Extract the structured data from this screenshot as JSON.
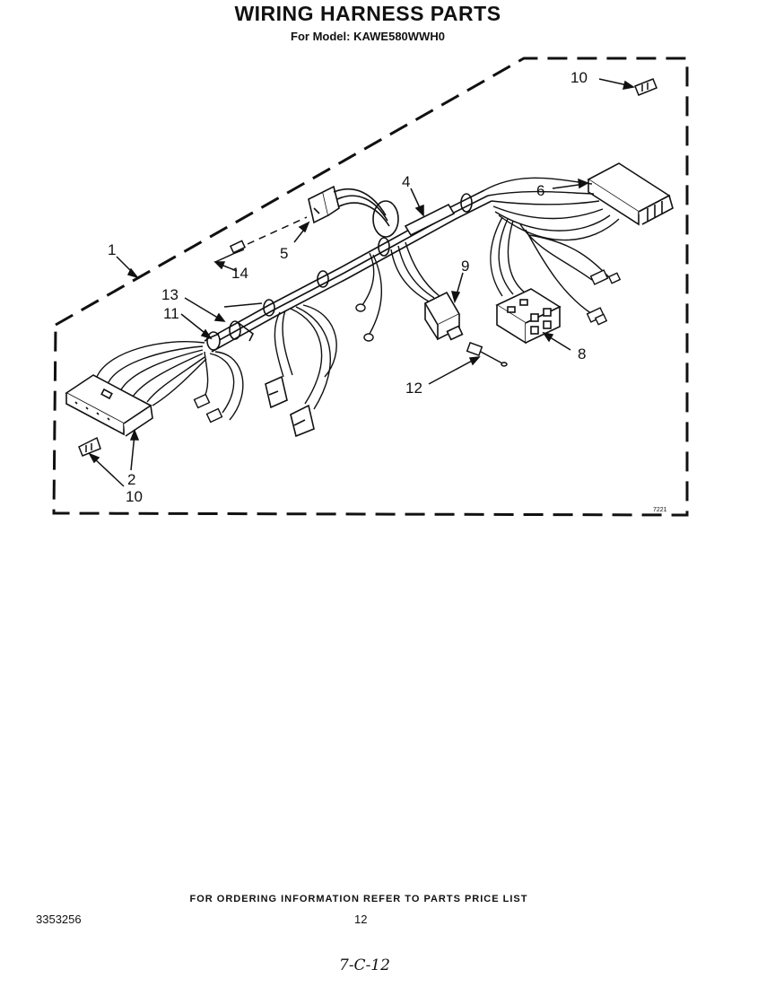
{
  "header": {
    "title": "WIRING HARNESS PARTS",
    "subtitle": "For Model: KAWE580WWH0"
  },
  "diagram": {
    "callouts": {
      "c1": "1",
      "c2": "2",
      "c4": "4",
      "c5": "5",
      "c6": "6",
      "c8": "8",
      "c9": "9",
      "c10_top": "10",
      "c10_bottom": "10",
      "c11": "11",
      "c12": "12",
      "c13": "13",
      "c14": "14"
    },
    "illustration_code": "7221"
  },
  "footer": {
    "ordering_note": "FOR ORDERING INFORMATION REFER TO PARTS PRICE LIST",
    "document_number": "3353256",
    "page_number": "12",
    "handwritten_note": "7-C-12"
  }
}
